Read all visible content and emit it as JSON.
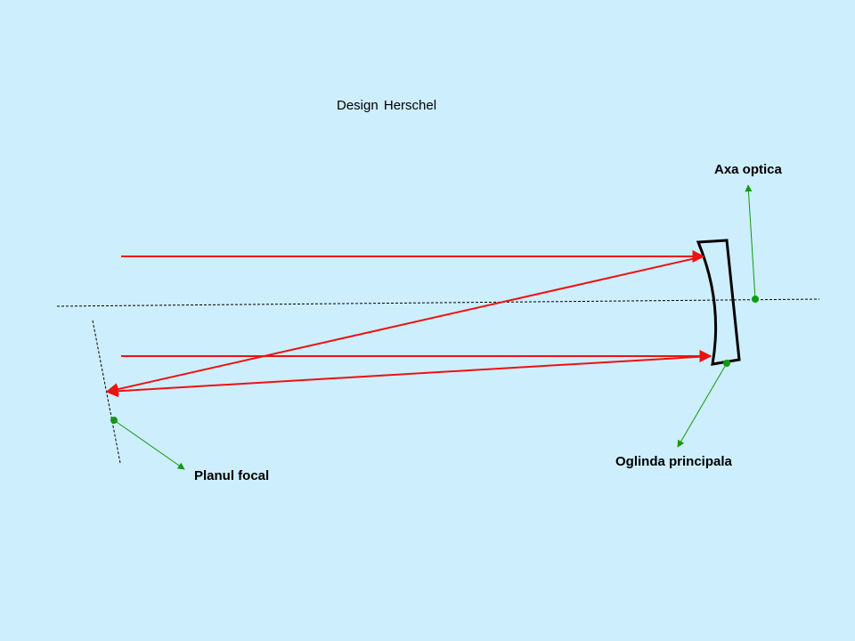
{
  "title": "Design  Herschel",
  "labels": {
    "optical_axis": "Axa optica",
    "main_mirror": "Oglinda principala",
    "focal_plane": "Planul focal"
  },
  "colors": {
    "background": "#cdeefd",
    "rays": "#ee1111",
    "pointers": "#119911",
    "mirror": "#000000",
    "dashed_lines": "#000000"
  }
}
